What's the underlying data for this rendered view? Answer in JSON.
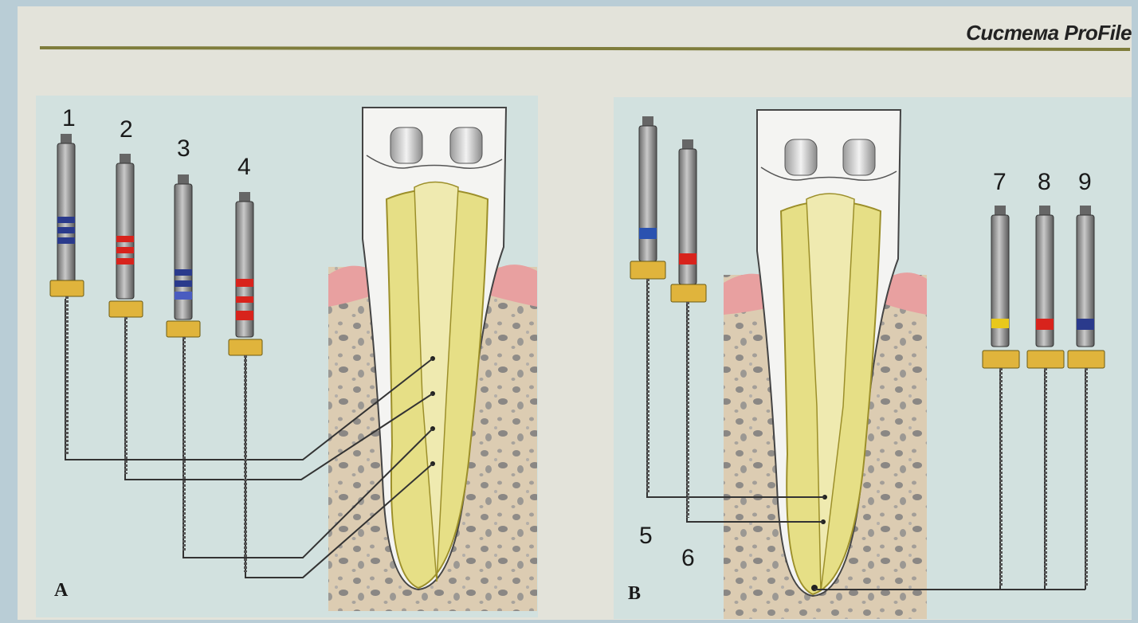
{
  "header": {
    "title": "Система ProFile"
  },
  "panel_a": {
    "label": "A",
    "instruments": [
      {
        "number": "1",
        "band_color": "#2a3a8c"
      },
      {
        "number": "2",
        "band_color": "#d8231c"
      },
      {
        "number": "3",
        "band_color": "#2a3a8c"
      },
      {
        "number": "4",
        "band_color": "#d8231c"
      }
    ]
  },
  "panel_b": {
    "label": "B",
    "instruments": [
      {
        "number": "5",
        "band_color": "#2a52b0"
      },
      {
        "number": "6",
        "band_color": "#d8231c"
      },
      {
        "number": "7",
        "band_color": "#e8c81c"
      },
      {
        "number": "8",
        "band_color": "#d8231c"
      },
      {
        "number": "9",
        "band_color": "#2a3a8c"
      }
    ]
  },
  "colors": {
    "stopper": "#e0b43c",
    "dentin": "#e6df86",
    "gum": "#e89a9a",
    "bone": "#d9c7ad"
  }
}
